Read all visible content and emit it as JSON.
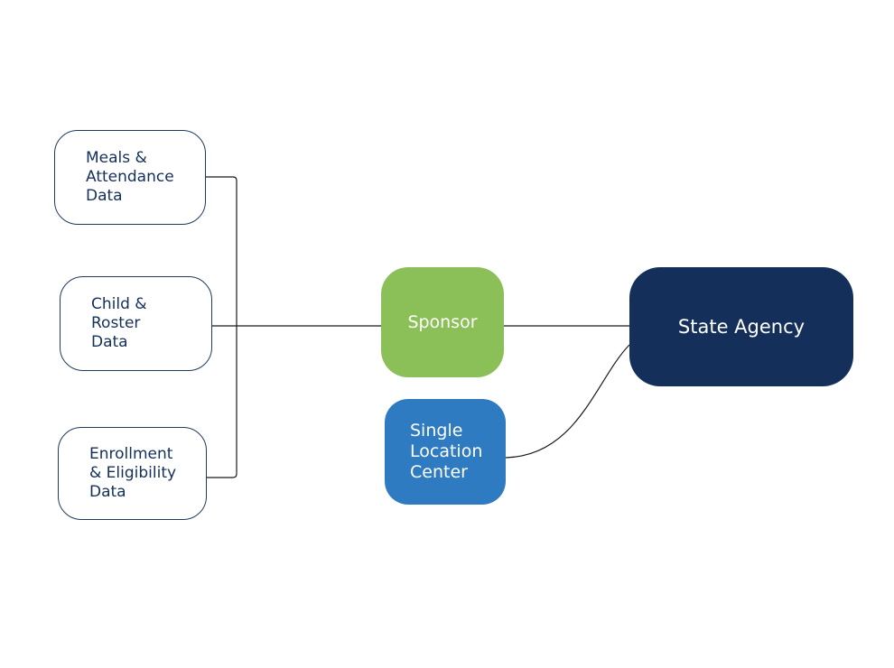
{
  "diagram": {
    "sources": [
      {
        "lines": [
          "Meals &",
          "Attendance",
          "Data"
        ]
      },
      {
        "lines": [
          "Child &",
          "Roster",
          "Data"
        ]
      },
      {
        "lines": [
          "Enrollment",
          "& Eligibility",
          "Data"
        ]
      }
    ],
    "sponsor": {
      "label": "Sponsor"
    },
    "single_location": {
      "lines": [
        "Single",
        "Location",
        "Center"
      ]
    },
    "state_agency": {
      "label": "State Agency"
    },
    "colors": {
      "sponsor": "#8bc058",
      "single_location": "#2f7bc2",
      "state_agency": "#14305a",
      "source_border": "#1e3a5f",
      "connector": "#1a1a1a"
    }
  }
}
